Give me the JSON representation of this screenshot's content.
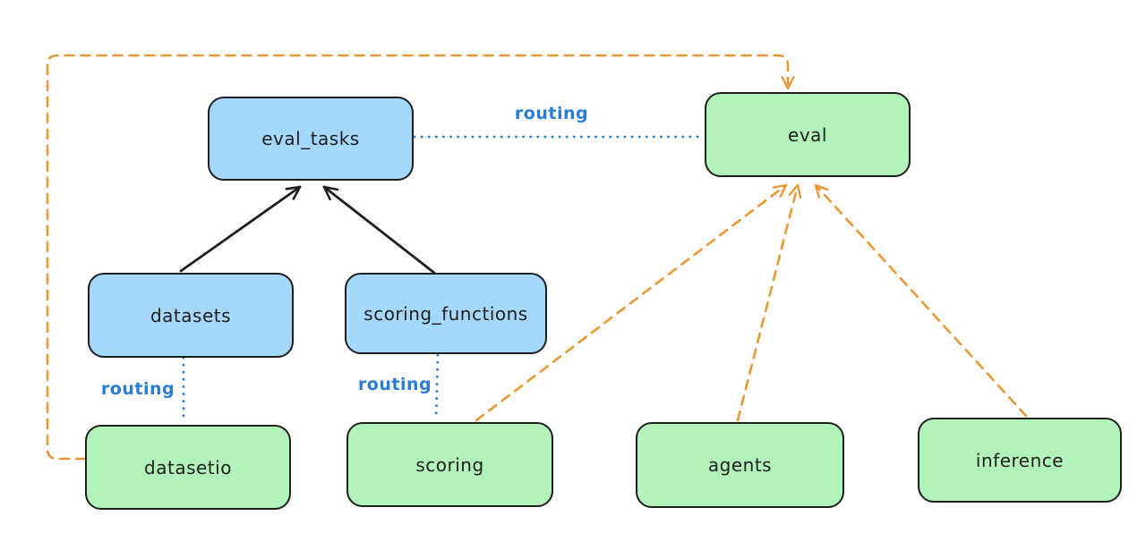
{
  "diagram": {
    "background": "#ffffff",
    "colors": {
      "node_stroke": "#1e1e1e",
      "blue_node_fill": "#a5d8ff",
      "green_node_fill": "#b2f2bb",
      "solid_arrow": "#1e1e1e",
      "routing_line": "#2b7cd3",
      "provider_arrow": "#ed9733"
    },
    "nodes": [
      {
        "id": "eval_tasks",
        "label": "eval_tasks",
        "color": "blue"
      },
      {
        "id": "eval",
        "label": "eval",
        "color": "green"
      },
      {
        "id": "datasets",
        "label": "datasets",
        "color": "blue"
      },
      {
        "id": "scoring_functions",
        "label": "scoring_functions",
        "color": "blue"
      },
      {
        "id": "datasetio",
        "label": "datasetio",
        "color": "green"
      },
      {
        "id": "scoring",
        "label": "scoring",
        "color": "green"
      },
      {
        "id": "agents",
        "label": "agents",
        "color": "green"
      },
      {
        "id": "inference",
        "label": "inference",
        "color": "green"
      }
    ],
    "edges": [
      {
        "from": "datasets",
        "to": "eval_tasks",
        "style": "solid-black-arrow",
        "label": ""
      },
      {
        "from": "scoring_functions",
        "to": "eval_tasks",
        "style": "solid-black-arrow",
        "label": ""
      },
      {
        "from": "eval_tasks",
        "to": "eval",
        "style": "dotted-blue",
        "label": "routing"
      },
      {
        "from": "datasets",
        "to": "datasetio",
        "style": "dotted-blue",
        "label": "routing"
      },
      {
        "from": "scoring_functions",
        "to": "scoring",
        "style": "dotted-blue",
        "label": "routing"
      },
      {
        "from": "datasetio",
        "to": "eval",
        "style": "dashed-orange-arrow",
        "label": ""
      },
      {
        "from": "scoring",
        "to": "eval",
        "style": "dashed-orange-arrow",
        "label": ""
      },
      {
        "from": "agents",
        "to": "eval",
        "style": "dashed-orange-arrow",
        "label": ""
      },
      {
        "from": "inference",
        "to": "eval",
        "style": "dashed-orange-arrow",
        "label": ""
      }
    ]
  }
}
